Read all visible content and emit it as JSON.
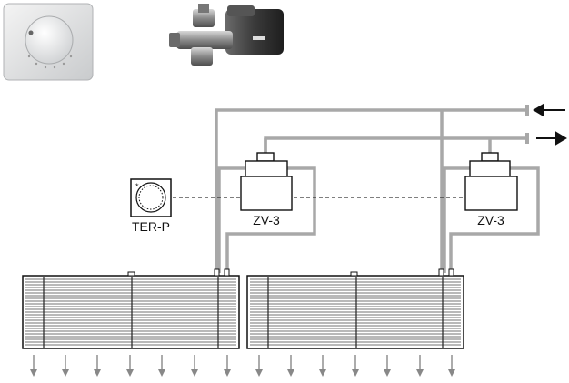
{
  "labels": {
    "thermostat": "TER-P",
    "valve_left": "ZV-3",
    "valve_right": "ZV-3"
  },
  "colors": {
    "pipe": "#a8a8a8",
    "line": "#222222",
    "grille": "#444444"
  },
  "flow_arrows": {
    "top": "arrow-left-icon",
    "second": "arrow-right-icon"
  }
}
